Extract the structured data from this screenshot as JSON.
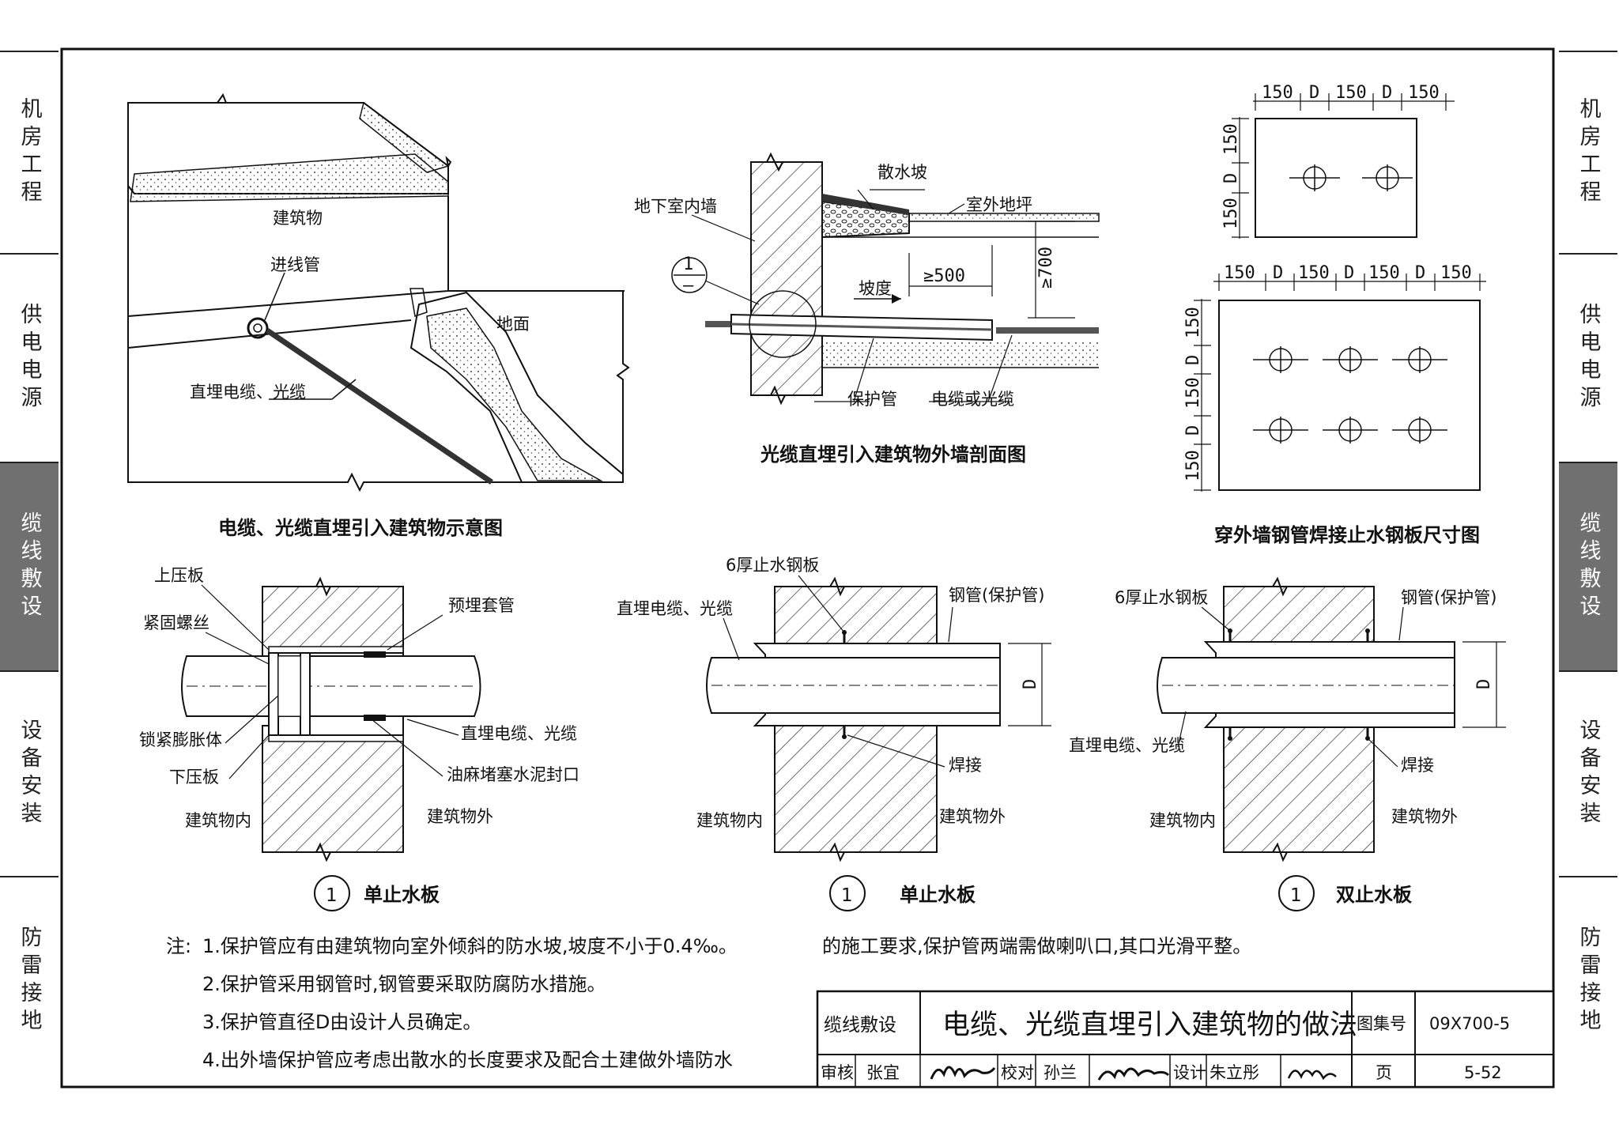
{
  "side_tabs": [
    "机房工程",
    "供电电源",
    "缆线敷设",
    "设备安装",
    "防雷接地"
  ],
  "active_tab": "缆线敷设",
  "views": {
    "perspective": {
      "title": "电缆、光缆直埋引入建筑物示意图",
      "labels": {
        "building": "建筑物",
        "entry_pipe": "进线管",
        "ground": "地面",
        "cable": "直埋电缆、光缆"
      }
    },
    "section": {
      "title": "光缆直埋引入建筑物外墙剖面图",
      "labels": {
        "basement_wall": "地下室内墙",
        "apron": "散水坡",
        "outdoor_slab": "室外地坪",
        "slope": "坡度",
        "min_length": "≥500",
        "min_depth": "≥700",
        "protect_pipe": "保护管",
        "cable_or_fiber": "电缆或光缆",
        "detail_no": "1",
        "detail_sheet": "—"
      }
    },
    "plates": {
      "title": "穿外墙钢管焊接止水钢板尺寸图",
      "small": {
        "top_dims": [
          "150",
          "D",
          "150",
          "D",
          "150"
        ],
        "side_dims": [
          "150",
          "D",
          "150"
        ]
      },
      "large": {
        "top_dims": [
          "150",
          "D",
          "150",
          "D",
          "150",
          "D",
          "150"
        ],
        "side_dims": [
          "150",
          "D",
          "150",
          "D",
          "150"
        ]
      }
    },
    "detail_a": {
      "num": "1",
      "caption": "单止水板",
      "labels": {
        "upper_plate": "上压板",
        "bolt": "紧固螺丝",
        "sleeve": "预埋套管",
        "expansion": "锁紧膨胀体",
        "lower_plate": "下压板",
        "cable": "直埋电缆、光缆",
        "seal": "油麻堵塞水泥封口",
        "inside": "建筑物内",
        "outside": "建筑物外"
      }
    },
    "detail_b": {
      "num": "1",
      "caption": "单止水板",
      "labels": {
        "plate": "6厚止水钢板",
        "cable": "直埋电缆、光缆",
        "steel_pipe": "钢管(保护管)",
        "weld": "焊接",
        "inside": "建筑物内",
        "outside": "建筑物外",
        "dim": "D"
      }
    },
    "detail_c": {
      "num": "1",
      "caption": "双止水板",
      "labels": {
        "plate": "6厚止水钢板",
        "cable": "直埋电缆、光缆",
        "steel_pipe": "钢管(保护管)",
        "weld": "焊接",
        "inside": "建筑物内",
        "outside": "建筑物外",
        "dim": "D"
      }
    }
  },
  "notes": {
    "prefix": "注:",
    "items": [
      "1.保护管应有由建筑物向室外倾斜的防水坡,坡度不小于0.4‰。",
      "2.保护管采用钢管时,钢管要采取防腐防水措施。",
      "3.保护管直径D由设计人员确定。",
      "4.出外墙保护管应考虑出散水的长度要求及配合土建做外墙防水"
    ],
    "continuation": "的施工要求,保护管两端需做喇叭口,其口光滑平整。"
  },
  "title_block": {
    "category": "缆线敷设",
    "title": "电缆、光缆直埋引入建筑物的做法",
    "atlas_label": "图集号",
    "atlas_no": "09X700-5",
    "review_label": "审核",
    "reviewer": "张宜",
    "check_label": "校对",
    "checker": "孙兰",
    "design_label": "设计",
    "designer": "朱立彤",
    "page_label": "页",
    "page_no": "5-52"
  }
}
